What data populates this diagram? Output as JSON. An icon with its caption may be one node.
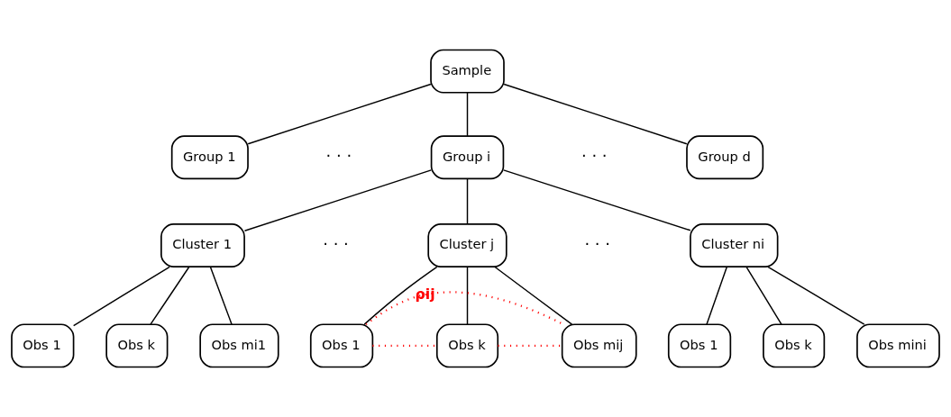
{
  "diagram": {
    "nodes": [
      {
        "text": [
          "Sample"
        ]
      },
      {
        "text": [
          "Group 1"
        ]
      },
      {
        "text": [
          "Group i"
        ]
      },
      {
        "text": [
          "Group d"
        ]
      },
      {
        "text": [
          "Cluster 1"
        ]
      },
      {
        "text": [
          "Cluster j"
        ]
      },
      {
        "text": [
          "Cluster ni"
        ]
      },
      {
        "text": [
          "Obs 1"
        ]
      },
      {
        "text": [
          "Obs k"
        ]
      },
      {
        "text": [
          "Obs mi1"
        ]
      },
      {
        "text": [
          "Obs 1"
        ]
      },
      {
        "text": [
          "Obs k"
        ]
      },
      {
        "text": [
          "Obs mij"
        ]
      },
      {
        "text": [
          "Obs 1"
        ]
      },
      {
        "text": [
          "Obs k"
        ]
      },
      {
        "text": [
          "Obs mini"
        ]
      }
    ],
    "edges": [
      {
        "from": 0,
        "to": 1,
        "arrow": "none"
      },
      {
        "from": 0,
        "to": 2,
        "arrow": "none"
      },
      {
        "from": 0,
        "to": 3,
        "arrow": "none"
      },
      {
        "from": 2,
        "to": 4,
        "arrow": "none"
      },
      {
        "from": 2,
        "to": 5,
        "arrow": "none"
      },
      {
        "from": 2,
        "to": 6,
        "arrow": "none"
      },
      {
        "from": 4,
        "to": 7,
        "arrow": "none"
      },
      {
        "from": 4,
        "to": 8,
        "arrow": "none"
      },
      {
        "from": 4,
        "to": 9,
        "arrow": "none"
      },
      {
        "from": 5,
        "to": 10,
        "arrow": "none"
      },
      {
        "from": 5,
        "to": 11,
        "arrow": "none"
      },
      {
        "from": 5,
        "to": 12,
        "arrow": "none"
      },
      {
        "from": 6,
        "to": 13,
        "arrow": "none"
      },
      {
        "from": 6,
        "to": 14,
        "arrow": "none"
      },
      {
        "from": 6,
        "to": 15,
        "arrow": "none"
      },
      {
        "from": 10,
        "to": 11,
        "arrow": "none",
        "style": "dashed",
        "color": "#ff0000"
      },
      {
        "from": 11,
        "to": 12,
        "arrow": "none",
        "style": "dashed",
        "color": "#ff0000"
      },
      {
        "from": 10,
        "to": 12,
        "arrow": "none",
        "style": "dashed",
        "color": "#ff0000",
        "label": "ρij"
      }
    ],
    "labels": [
      "· · ·",
      "· · ·",
      "· · ·",
      "· · ·"
    ]
  }
}
